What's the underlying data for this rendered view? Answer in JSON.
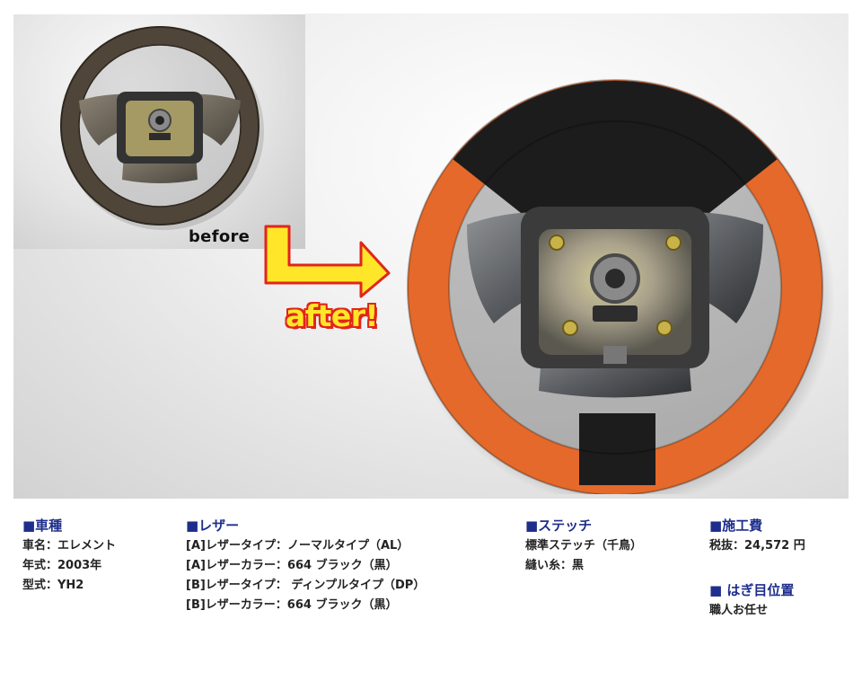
{
  "photos": {
    "before_label": "before",
    "after_label": "after!"
  },
  "colors": {
    "heading_blue": "#1e2e8c",
    "arrow_yellow": "#ffe628",
    "arrow_red": "#e1251b",
    "leather_orange": "#e5692a",
    "leather_black": "#1c1c1c"
  },
  "specs": {
    "vehicle": {
      "heading": "■車種",
      "lines": [
        "車名：エレメント",
        "年式：2003年",
        "型式：YH2"
      ]
    },
    "leather": {
      "heading": "■レザー",
      "lines": [
        "[A]レザータイプ：ノーマルタイプ（AL）",
        "[A]レザーカラー：664 ブラック（黒）",
        "[B]レザータイプ： ディンプルタイプ（DP）",
        "[B]レザーカラー：664 ブラック（黒）"
      ]
    },
    "stitch": {
      "heading": "■ステッチ",
      "lines": [
        "標準ステッチ（千鳥）",
        "縫い糸：黒"
      ]
    },
    "price": {
      "heading": "■施工費",
      "lines": [
        "税抜：24,572 円"
      ]
    },
    "seam": {
      "heading": "■ はぎ目位置",
      "lines": [
        "職人お任せ"
      ]
    }
  }
}
